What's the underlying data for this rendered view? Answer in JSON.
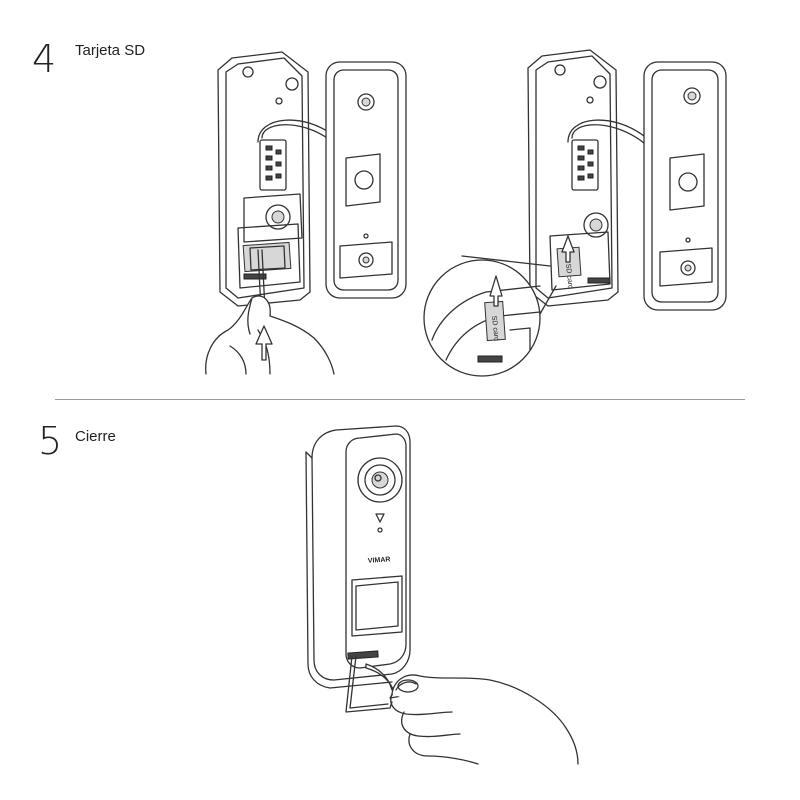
{
  "steps": [
    {
      "number": "4",
      "title": "Tarjeta SD"
    },
    {
      "number": "5",
      "title": "Cierre"
    }
  ],
  "labels": {
    "sd_card": "SD card",
    "brand": "VIMAR"
  },
  "colors": {
    "line": "#333333",
    "divider": "#9a9a9a",
    "background": "#ffffff"
  }
}
